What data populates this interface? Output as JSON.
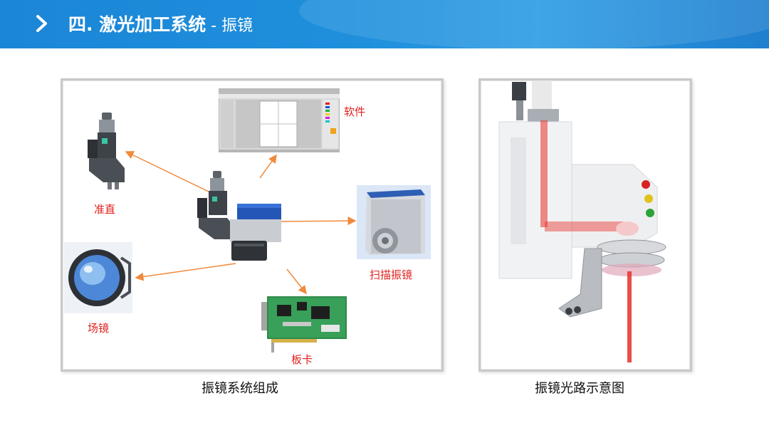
{
  "header": {
    "title": "四. 激光加工系统",
    "separator": " - ",
    "subtitle": "振镜",
    "accent": "#1f8fdc",
    "icon": "chevron-right-icon"
  },
  "left_panel": {
    "caption": "振镜系统组成",
    "labels": {
      "software": "软件",
      "collimator": "准直",
      "scanner": "扫描振镜",
      "field_lens": "场镜",
      "board": "板卡"
    },
    "arrow_color": "#f08a3c",
    "label_color": "#e0201e"
  },
  "right_panel": {
    "caption": "振镜光路示意图",
    "beam_color": "#e8302a"
  }
}
